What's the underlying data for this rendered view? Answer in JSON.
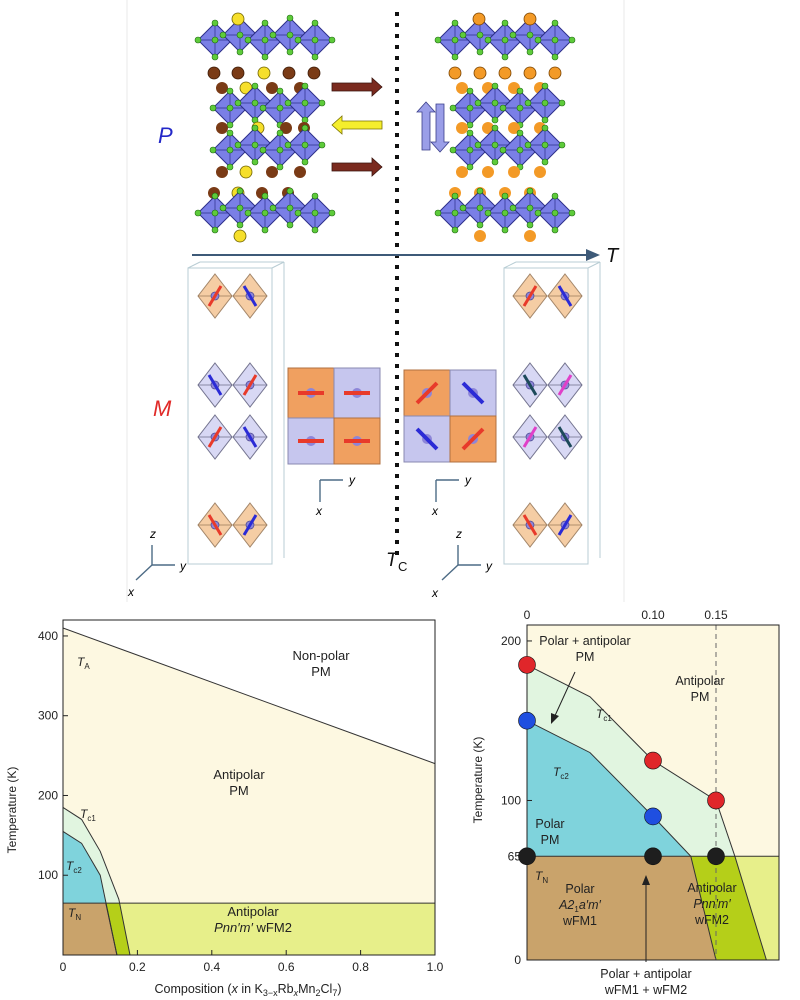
{
  "top_panel": {
    "label_P": "P",
    "label_M": "M",
    "axis_T": "T",
    "tc_main": "T",
    "tc_sub": "C"
  },
  "axes_letters": {
    "x": "x",
    "y": "y",
    "z": "z"
  },
  "chart_data": [
    {
      "type": "area",
      "xlabel_prefix": "Composition (",
      "xlabel_x": "x",
      "xlabel_mid": " in K",
      "xlabel_sub1": "3−x",
      "xlabel_rb": "Rb",
      "xlabel_sub2": "x",
      "xlabel_mn": "Mn",
      "xlabel_sub3": "2",
      "xlabel_cl": "Cl",
      "xlabel_sub4": "7",
      "xlabel_suffix": ")",
      "ylabel": "Temperature (K)",
      "xlim": [
        0,
        1.0
      ],
      "ylim": [
        0,
        420
      ],
      "x_ticks": [
        "0",
        "0.2",
        "0.4",
        "0.6",
        "0.8",
        "1.0"
      ],
      "x_tick_values": [
        0,
        0.2,
        0.4,
        0.6,
        0.8,
        1.0
      ],
      "y_ticks": [
        "100",
        "200",
        "300",
        "400"
      ],
      "y_tick_values": [
        100,
        200,
        300,
        400
      ],
      "boundaries": {
        "TA": {
          "x": [
            0,
            1.0
          ],
          "y": [
            410,
            240
          ]
        },
        "Tc1": {
          "x": [
            0,
            0.05,
            0.1,
            0.15,
            0.18
          ],
          "y": [
            185,
            170,
            130,
            70,
            0
          ]
        },
        "Tc2": {
          "x": [
            0,
            0.05,
            0.1,
            0.145
          ],
          "y": [
            155,
            140,
            100,
            0
          ]
        },
        "TN": {
          "x": [
            0,
            1.0
          ],
          "y": [
            65,
            65
          ]
        }
      },
      "region_labels": {
        "nonpolar_1": "Non-polar",
        "nonpolar_2": "PM",
        "antipolar_pm_1": "Antipolar",
        "antipolar_pm_2": "PM",
        "antipolar_wfm_1": "Antipolar",
        "antipolar_wfm_2a": "Pnn′m′",
        "antipolar_wfm_2b": " wFM2"
      },
      "line_labels": {
        "TA_main": "T",
        "TA_sub": "A",
        "Tc1_main": "T",
        "Tc1_sub": "c1",
        "Tc2_main": "T",
        "Tc2_sub": "c2",
        "TN_main": "T",
        "TN_sub": "N"
      },
      "colors": {
        "nonpolar": "#ffffff",
        "antipolar_pm": "#fdf8e1",
        "polar_antipolar_pm": "#e1f5e0",
        "polar_pm": "#7fd3dc",
        "polar_wfm1": "#c9a36b",
        "antipolar_wfm2": "#e7ef8a",
        "mixed": "#b5cf19"
      }
    },
    {
      "type": "scatter",
      "ylabel": "Temperature (K)",
      "top_ticks": [
        "0",
        "0.10",
        "0.15"
      ],
      "top_tick_values": [
        0,
        0.1,
        0.15
      ],
      "xlim": [
        0,
        0.2
      ],
      "ylim": [
        0,
        210
      ],
      "y_ticks": [
        "0",
        "65",
        "100",
        "200"
      ],
      "y_tick_values": [
        0,
        65,
        100,
        200
      ],
      "series": [
        {
          "name": "Tc1",
          "color": "#e0262a",
          "x": [
            0,
            0.1,
            0.15
          ],
          "y": [
            185,
            125,
            100
          ]
        },
        {
          "name": "Tc2",
          "color": "#1f4fe0",
          "x": [
            0,
            0.1
          ],
          "y": [
            150,
            90
          ]
        },
        {
          "name": "TN",
          "color": "#1e1e1e",
          "x": [
            0,
            0.1,
            0.15
          ],
          "y": [
            65,
            65,
            65
          ]
        }
      ],
      "line_labels": {
        "Tc1_main": "T",
        "Tc1_sub": "c1",
        "Tc2_main": "T",
        "Tc2_sub": "c2",
        "TN_main": "T",
        "TN_sub": "N"
      },
      "region_labels": {
        "pap_pm_1": "Polar + antipolar",
        "pap_pm_2": "PM",
        "antipolar_pm_1": "Antipolar",
        "antipolar_pm_2": "PM",
        "polar_pm_1": "Polar",
        "polar_pm_2": "PM",
        "polar_wfm_1": "Polar",
        "polar_wfm_2a": "A2",
        "polar_wfm_2sub": "1",
        "polar_wfm_2b": "a′m′",
        "polar_wfm_3": "wFM1",
        "antipolar_wfm_1": "Antipolar",
        "antipolar_wfm_2": "Pnn′m′",
        "antipolar_wfm_3": "wFM2",
        "mixed_1": "Polar + antipolar",
        "mixed_2": "wFM1 + wFM2"
      }
    }
  ]
}
